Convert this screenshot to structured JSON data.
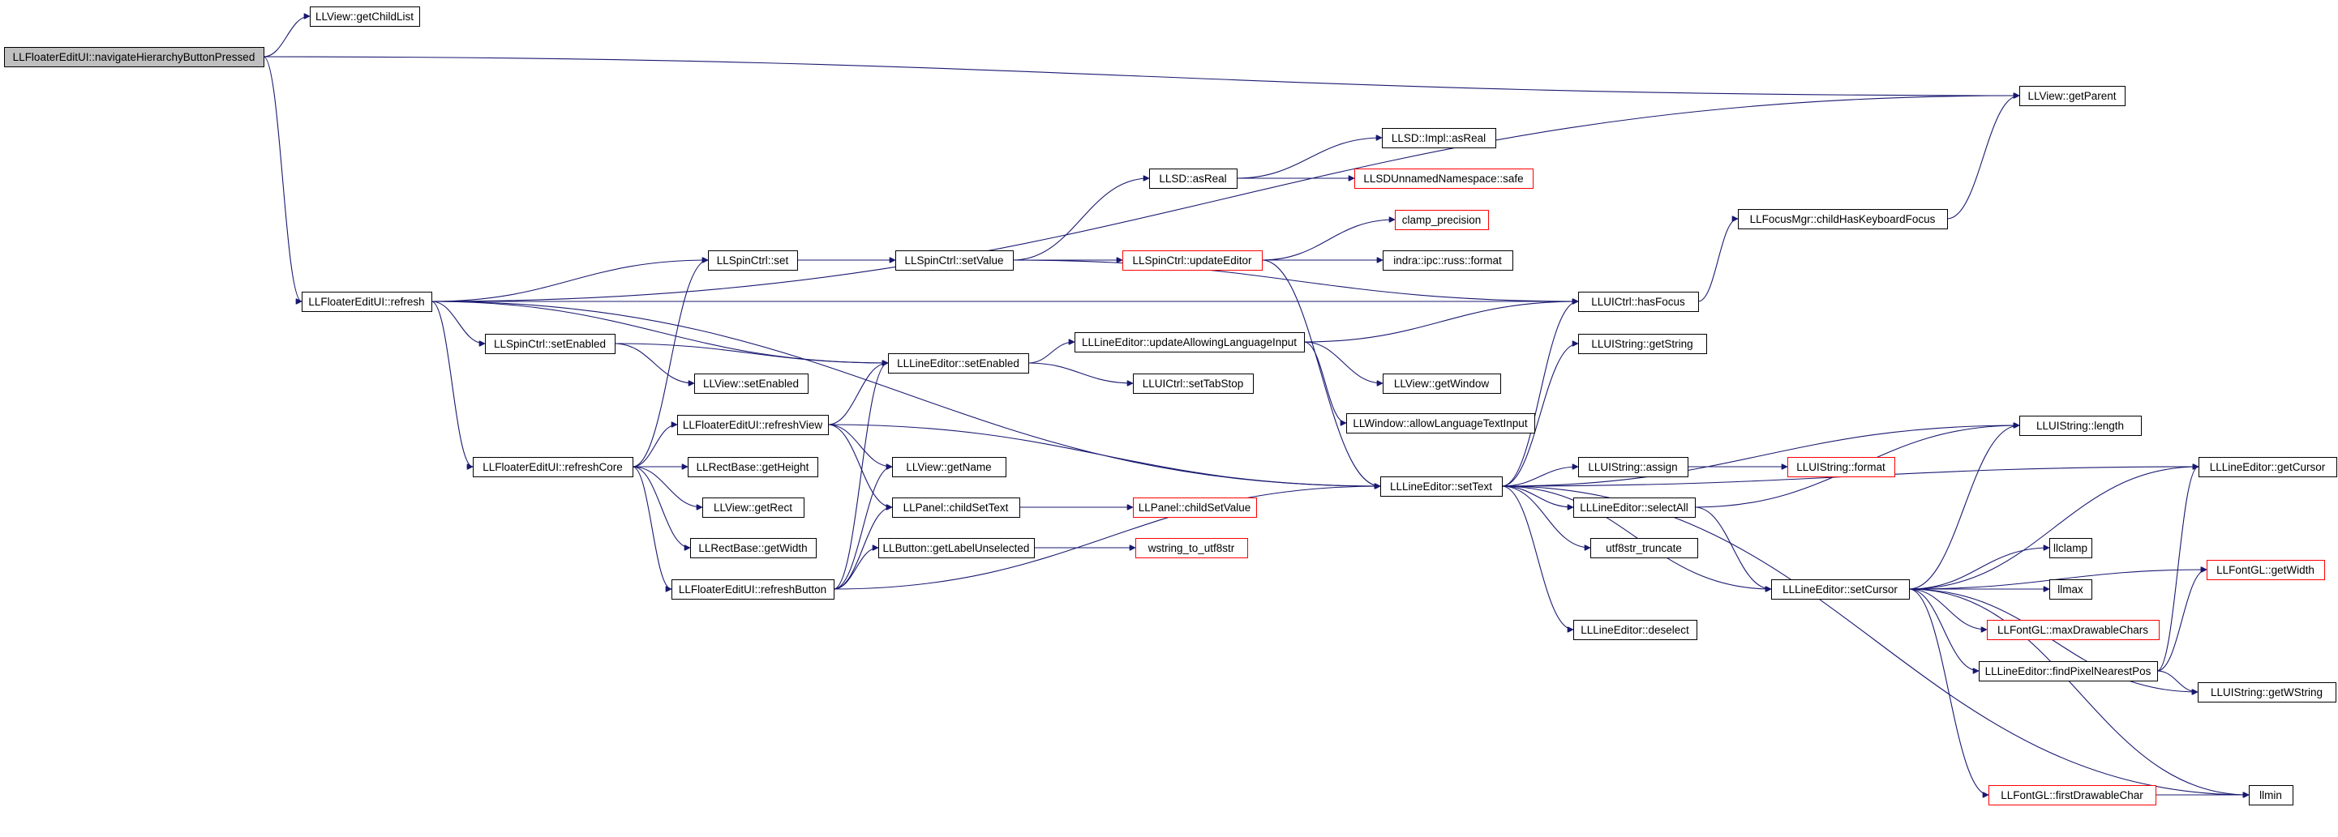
{
  "diagram": {
    "kind": "call-graph",
    "root": "n0",
    "colors": {
      "edge": "#191970",
      "box_border": "#000000",
      "truncated_border": "#ff0000",
      "root_fill": "#bfbfbf"
    },
    "nodes": [
      {
        "id": "n0",
        "label": "LLFloaterEditUI::navigateHierarchyButtonPressed",
        "style": "root"
      },
      {
        "id": "n1",
        "label": "LLView::getChildList",
        "style": "normal"
      },
      {
        "id": "n2",
        "label": "LLView::getParent",
        "style": "normal"
      },
      {
        "id": "n3",
        "label": "LLFloaterEditUI::refresh",
        "style": "normal"
      },
      {
        "id": "n4",
        "label": "LLSpinCtrl::set",
        "style": "normal"
      },
      {
        "id": "n5",
        "label": "LLSpinCtrl::setValue",
        "style": "normal"
      },
      {
        "id": "n6",
        "label": "LLSD::asReal",
        "style": "normal"
      },
      {
        "id": "n7",
        "label": "LLSD::Impl::asReal",
        "style": "normal"
      },
      {
        "id": "n8",
        "label": "LLSDUnnamedNamespace::safe",
        "style": "truncated"
      },
      {
        "id": "n9",
        "label": "LLSpinCtrl::updateEditor",
        "style": "truncated"
      },
      {
        "id": "n10",
        "label": "clamp_precision",
        "style": "truncated"
      },
      {
        "id": "n11",
        "label": "indra::ipc::russ::format",
        "style": "normal"
      },
      {
        "id": "n12",
        "label": "LLFocusMgr::childHasKeyboardFocus",
        "style": "normal"
      },
      {
        "id": "n13",
        "label": "LLUICtrl::hasFocus",
        "style": "normal"
      },
      {
        "id": "n14",
        "label": "LLSpinCtrl::setEnabled",
        "style": "normal"
      },
      {
        "id": "n15",
        "label": "LLLineEditor::setEnabled",
        "style": "normal"
      },
      {
        "id": "n16",
        "label": "LLLineEditor::updateAllowingLanguageInput",
        "style": "normal"
      },
      {
        "id": "n17",
        "label": "LLView::setEnabled",
        "style": "normal"
      },
      {
        "id": "n18",
        "label": "LLUICtrl::setTabStop",
        "style": "normal"
      },
      {
        "id": "n19",
        "label": "LLView::getWindow",
        "style": "normal"
      },
      {
        "id": "n20",
        "label": "LLWindow::allowLanguageTextInput",
        "style": "normal"
      },
      {
        "id": "n21",
        "label": "LLUIString::getString",
        "style": "normal"
      },
      {
        "id": "n22",
        "label": "LLFloaterEditUI::refreshView",
        "style": "normal"
      },
      {
        "id": "n23",
        "label": "LLFloaterEditUI::refreshCore",
        "style": "normal"
      },
      {
        "id": "n24",
        "label": "LLRectBase::getHeight",
        "style": "normal"
      },
      {
        "id": "n25",
        "label": "LLView::getName",
        "style": "normal"
      },
      {
        "id": "n26",
        "label": "LLView::getRect",
        "style": "normal"
      },
      {
        "id": "n27",
        "label": "LLPanel::childSetText",
        "style": "normal"
      },
      {
        "id": "n28",
        "label": "LLPanel::childSetValue",
        "style": "truncated"
      },
      {
        "id": "n29",
        "label": "LLRectBase::getWidth",
        "style": "normal"
      },
      {
        "id": "n30",
        "label": "LLButton::getLabelUnselected",
        "style": "normal"
      },
      {
        "id": "n31",
        "label": "wstring_to_utf8str",
        "style": "truncated"
      },
      {
        "id": "n32",
        "label": "LLFloaterEditUI::refreshButton",
        "style": "normal"
      },
      {
        "id": "n33",
        "label": "LLLineEditor::setText",
        "style": "normal"
      },
      {
        "id": "n34",
        "label": "LLUIString::assign",
        "style": "normal"
      },
      {
        "id": "n35",
        "label": "LLUIString::format",
        "style": "truncated"
      },
      {
        "id": "n36",
        "label": "LLUIString::length",
        "style": "normal"
      },
      {
        "id": "n37",
        "label": "LLLineEditor::selectAll",
        "style": "normal"
      },
      {
        "id": "n38",
        "label": "utf8str_truncate",
        "style": "normal"
      },
      {
        "id": "n39",
        "label": "LLLineEditor::getCursor",
        "style": "normal"
      },
      {
        "id": "n40",
        "label": "LLFontGL::getWidth",
        "style": "truncated"
      },
      {
        "id": "n41",
        "label": "llclamp",
        "style": "normal"
      },
      {
        "id": "n42",
        "label": "llmax",
        "style": "normal"
      },
      {
        "id": "n43",
        "label": "LLLineEditor::setCursor",
        "style": "normal"
      },
      {
        "id": "n44",
        "label": "LLFontGL::maxDrawableChars",
        "style": "truncated"
      },
      {
        "id": "n45",
        "label": "LLLineEditor::findPixelNearestPos",
        "style": "normal"
      },
      {
        "id": "n46",
        "label": "LLUIString::getWString",
        "style": "normal"
      },
      {
        "id": "n47",
        "label": "LLLineEditor::deselect",
        "style": "normal"
      },
      {
        "id": "n48",
        "label": "LLFontGL::firstDrawableChar",
        "style": "truncated"
      },
      {
        "id": "n49",
        "label": "llmin",
        "style": "normal"
      }
    ],
    "edges": [
      [
        "n0",
        "n1"
      ],
      [
        "n0",
        "n2"
      ],
      [
        "n0",
        "n3"
      ],
      [
        "n3",
        "n2"
      ],
      [
        "n3",
        "n4"
      ],
      [
        "n3",
        "n14"
      ],
      [
        "n3",
        "n15"
      ],
      [
        "n3",
        "n13"
      ],
      [
        "n3",
        "n23"
      ],
      [
        "n3",
        "n33"
      ],
      [
        "n4",
        "n5"
      ],
      [
        "n5",
        "n6"
      ],
      [
        "n5",
        "n9"
      ],
      [
        "n5",
        "n13"
      ],
      [
        "n6",
        "n7"
      ],
      [
        "n6",
        "n8"
      ],
      [
        "n9",
        "n10"
      ],
      [
        "n9",
        "n11"
      ],
      [
        "n9",
        "n33"
      ],
      [
        "n12",
        "n2"
      ],
      [
        "n13",
        "n12"
      ],
      [
        "n14",
        "n15"
      ],
      [
        "n14",
        "n17"
      ],
      [
        "n15",
        "n16"
      ],
      [
        "n15",
        "n18"
      ],
      [
        "n16",
        "n13"
      ],
      [
        "n16",
        "n19"
      ],
      [
        "n16",
        "n20"
      ],
      [
        "n22",
        "n15"
      ],
      [
        "n22",
        "n25"
      ],
      [
        "n22",
        "n27"
      ],
      [
        "n22",
        "n33"
      ],
      [
        "n23",
        "n4"
      ],
      [
        "n23",
        "n22"
      ],
      [
        "n23",
        "n24"
      ],
      [
        "n23",
        "n26"
      ],
      [
        "n23",
        "n29"
      ],
      [
        "n23",
        "n32"
      ],
      [
        "n27",
        "n28"
      ],
      [
        "n30",
        "n31"
      ],
      [
        "n32",
        "n15"
      ],
      [
        "n32",
        "n25"
      ],
      [
        "n32",
        "n27"
      ],
      [
        "n32",
        "n30"
      ],
      [
        "n32",
        "n33"
      ],
      [
        "n33",
        "n13"
      ],
      [
        "n33",
        "n21"
      ],
      [
        "n33",
        "n34"
      ],
      [
        "n33",
        "n36"
      ],
      [
        "n33",
        "n37"
      ],
      [
        "n33",
        "n38"
      ],
      [
        "n33",
        "n43"
      ],
      [
        "n33",
        "n47"
      ],
      [
        "n33",
        "n39"
      ],
      [
        "n33",
        "n49"
      ],
      [
        "n34",
        "n35"
      ],
      [
        "n37",
        "n36"
      ],
      [
        "n37",
        "n43"
      ],
      [
        "n43",
        "n36"
      ],
      [
        "n43",
        "n39"
      ],
      [
        "n43",
        "n40"
      ],
      [
        "n43",
        "n41"
      ],
      [
        "n43",
        "n42"
      ],
      [
        "n43",
        "n44"
      ],
      [
        "n43",
        "n45"
      ],
      [
        "n43",
        "n46"
      ],
      [
        "n43",
        "n48"
      ],
      [
        "n43",
        "n49"
      ],
      [
        "n45",
        "n39"
      ],
      [
        "n45",
        "n40"
      ],
      [
        "n45",
        "n46"
      ],
      [
        "n48",
        "n49"
      ]
    ]
  }
}
